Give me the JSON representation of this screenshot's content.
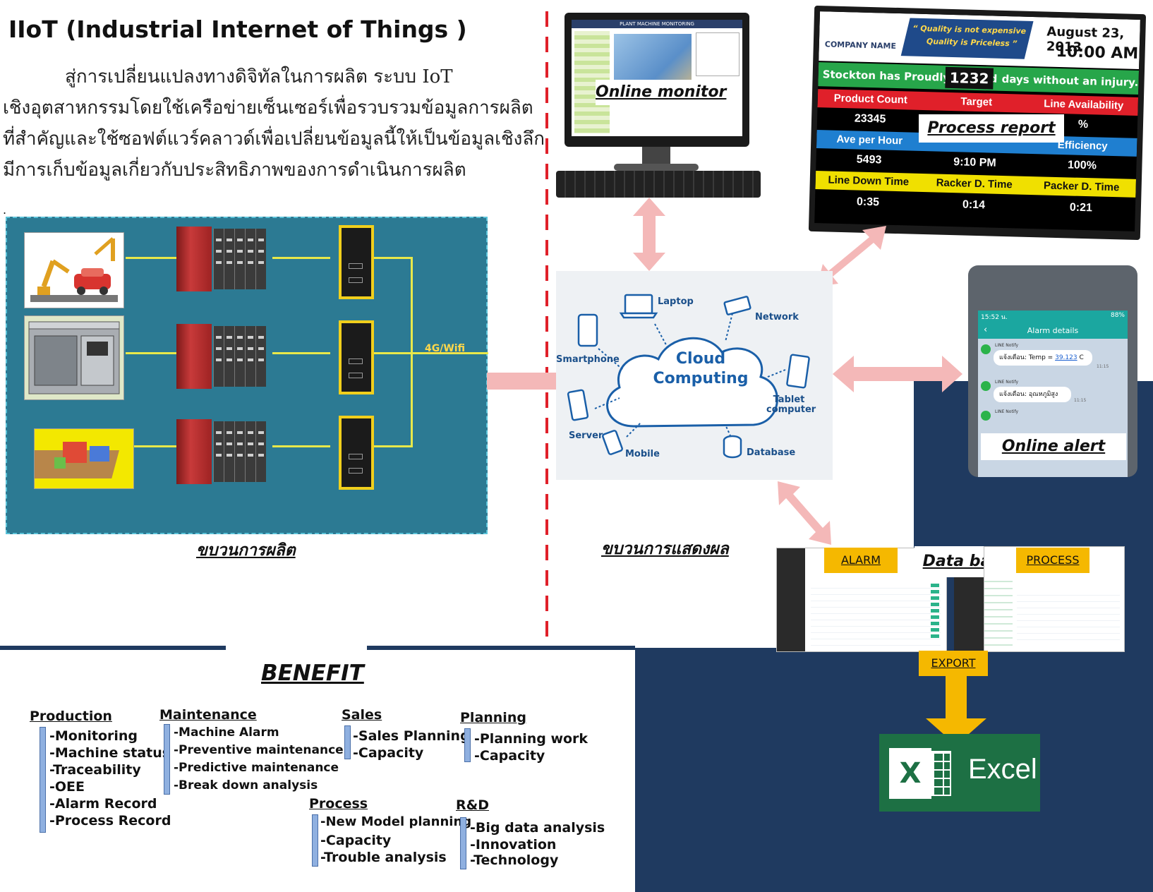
{
  "title": "IIoT  (Industrial Internet of Things )",
  "intro": {
    "line1": "สู่การเปลี่ยนแปลงทางดิจิทัลในการผลิต     ระบบ IoT",
    "line2": "เชิงอุตสาหกรรมโดยใช้เครือข่ายเซ็นเซอร์เพื่อรวบรวมข้อมูลการผลิต",
    "line3": "ที่สำคัญและใช้ซอฟต์แวร์คลาวด์เพื่อเปลี่ยนข้อมูลนี้ให้เป็นข้อมูลเชิงลึก",
    "line4": "มีการเก็บข้อมูลเกี่ยวกับประสิทธิภาพของการดำเนินการผลิต",
    "bullet": "."
  },
  "production": {
    "network_label": "4G/Wifi",
    "caption": "ขบวนการผลิต"
  },
  "display": {
    "caption": "ขบวนการแสดงผล",
    "online_monitor": "Online monitor",
    "process_report": "Process report",
    "online_alert": "Online alert",
    "database": "Data base",
    "alarm": "ALARM",
    "process": "PROCESS",
    "export": "EXPORT",
    "excel": "Excel",
    "excel_x": "X"
  },
  "cloud": {
    "title_line1": "Cloud",
    "title_line2": "Computing",
    "nodes": {
      "laptop": "Laptop",
      "network": "Network",
      "smartphone": "Smartphone",
      "tablet": "Tablet computer",
      "server": "Server",
      "mobile": "Mobile",
      "database": "Database"
    }
  },
  "monitor_screen": {
    "header": "PLANT MACHINE MONITORING"
  },
  "report_board": {
    "company": "COMPANY NAME",
    "quote_line1": "“ Quality is not expensive",
    "quote_line2": "Quality is Priceless ”",
    "date": "August 23, 2013",
    "time": "10:00 AM",
    "banner_left": "Stockton has Proudly worked",
    "banner_count": "1232",
    "banner_right": "days without an injury.",
    "row1": [
      "Product Count",
      "Target",
      "Line Availability"
    ],
    "row1_vals": [
      "23345",
      "",
      "%"
    ],
    "row2": [
      "Ave per Hour",
      "",
      "Efficiency"
    ],
    "row2_vals": [
      "5493",
      "9:10 PM",
      "100%"
    ],
    "row3": [
      "Line Down Time",
      "Racker D. Time",
      "Packer D. Time"
    ],
    "row3_vals": [
      "0:35",
      "0:14",
      "0:21"
    ]
  },
  "phone": {
    "status_time": "15:52 น.",
    "status_right": "88%",
    "header": "Alarm details",
    "notify": "LINE Notify",
    "msg1": "แจ้งเตือน: Temp = ",
    "msg1_link": "39.123",
    "msg1_unit": " C",
    "msg1_time": "11:15",
    "msg2": "แจ้งเตือน: อุณหภูมิสูง",
    "msg2_time": "11:15"
  },
  "benefit": {
    "title": "BENEFIT",
    "groups": [
      {
        "head": "Production",
        "items": [
          "-Monitoring",
          "-Machine status",
          "-Traceability",
          "-OEE",
          "-Alarm Record",
          "-Process Record"
        ]
      },
      {
        "head": "Maintenance",
        "items": [
          "-Machine Alarm",
          "-Preventive maintenance",
          "-Predictive maintenance",
          "-Break down analysis"
        ]
      },
      {
        "head": "Sales",
        "items": [
          "-Sales Planning",
          "-Capacity"
        ]
      },
      {
        "head": "Planning",
        "items": [
          "-Planning work",
          "-Capacity"
        ]
      },
      {
        "head": "Process",
        "items": [
          "-New Model planning",
          "-Capacity",
          "-Trouble analysis"
        ]
      },
      {
        "head": "R&D",
        "items": [
          "-Big data analysis",
          "-Innovation",
          "-Technology"
        ]
      }
    ]
  },
  "colors": {
    "navy": "#1f3a60",
    "panel": "#2c7a93",
    "arrow": "#f4b8b8",
    "divider": "#e0202a",
    "export": "#f5b800",
    "excel": "#1d7044"
  }
}
